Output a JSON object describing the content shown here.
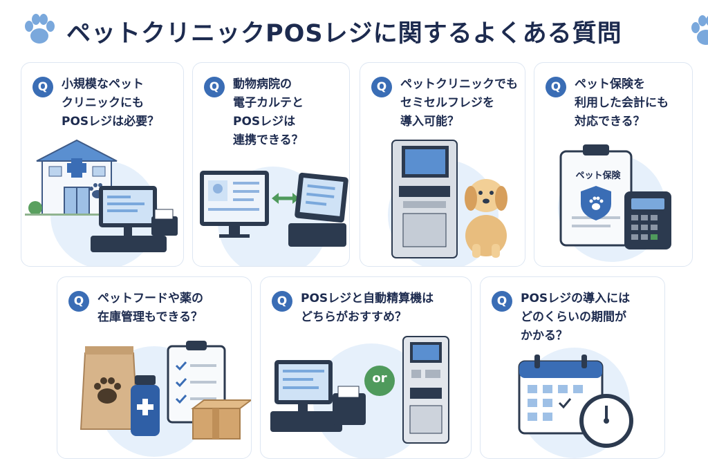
{
  "page": {
    "title": "ペットクリニックPOSレジに関するよくある質問"
  },
  "badge_letter": "Q",
  "faq": [
    {
      "question": "小規模なペット\nクリニックにも\nPOSレジは必要？"
    },
    {
      "question": "動物病院の\n電子カルテと\nPOSレジは\n連携できる？"
    },
    {
      "question": "ペットクリニックでも\nセミセルフレジを\n導入可能？"
    },
    {
      "question": "ペット保険を\n利用した会計にも\n対応できる？"
    },
    {
      "question": "ペットフードや薬の\n在庫管理もできる？"
    },
    {
      "question": "POSレジと自動精算機は\nどちらがおすすめ？"
    },
    {
      "question": "POSレジの導入には\nどのくらいの期間が\nかかる？"
    }
  ],
  "labels": {
    "insurance_doc": "ペット保険",
    "or": "or"
  },
  "colors": {
    "navy": "#1d2b4f",
    "accent_blue": "#3a6db5",
    "light_blue_bg": "#e6f0fb",
    "green": "#4f9a5c",
    "kraft": "#d7b48a"
  },
  "icons": [
    "paw-icon",
    "clinic-building-icon",
    "pos-register-icon",
    "monitor-icon",
    "sync-arrows-icon",
    "kiosk-icon",
    "dog-icon",
    "clipboard-icon",
    "shield-paw-icon",
    "calculator-icon",
    "pet-food-bag-icon",
    "medicine-bottle-icon",
    "checklist-icon",
    "box-icon",
    "calendar-icon",
    "clock-icon"
  ]
}
